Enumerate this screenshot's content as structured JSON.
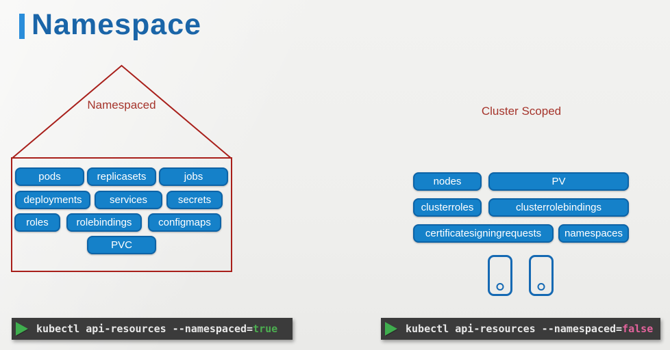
{
  "page": {
    "title": "Namespace"
  },
  "colors": {
    "title_text": "#1a65a8",
    "title_accent_bar": "#2a8dda",
    "house_outline": "#a81f1a",
    "group_label": "#a5342b",
    "button_fill": "#1581c9",
    "button_border": "#0d63a6",
    "button_text": "#ffffff",
    "device_outline": "#1569b3",
    "terminal_background": "#3b3b3b",
    "terminal_text": "#e9e9e9",
    "true_value": "#4cae50",
    "false_value": "#e3639c",
    "play_icon": "#3fae4e"
  },
  "icons": {
    "play": "triangle-right",
    "device": "mobile-phone-outline"
  },
  "left_group": {
    "label": "Namespaced",
    "rows": [
      [
        "pods",
        "replicasets",
        "jobs"
      ],
      [
        "deployments",
        "services",
        "secrets"
      ],
      [
        "roles",
        "rolebindings",
        "configmaps"
      ],
      [
        "PVC"
      ]
    ]
  },
  "right_group": {
    "label": "Cluster Scoped",
    "rows": [
      [
        "nodes",
        "PV"
      ],
      [
        "clusterroles",
        "clusterrolebindings"
      ],
      [
        "certificatesigningrequests",
        "namespaces"
      ]
    ],
    "device_icon_count": 2
  },
  "terminals": [
    {
      "command": "kubectl api-resources --namespaced=",
      "value": "true",
      "value_color": "#4cae50"
    },
    {
      "command": "kubectl api-resources --namespaced=",
      "value": "false",
      "value_color": "#e3639c"
    }
  ]
}
